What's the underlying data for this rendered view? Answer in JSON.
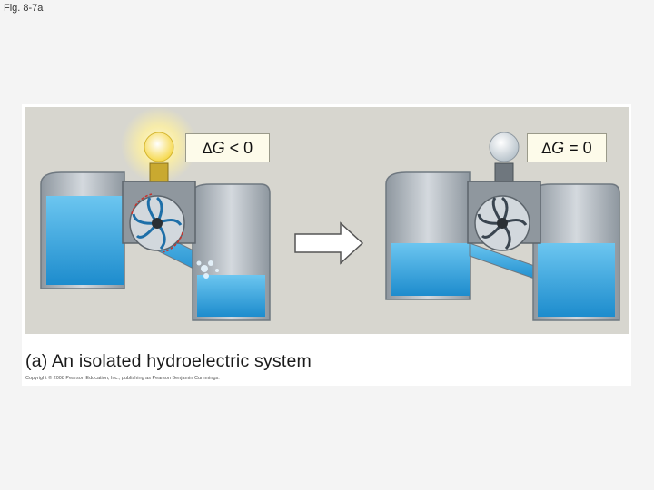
{
  "figure_label": "Fig. 8-7a",
  "left_state": {
    "delta_symbol": "∆",
    "variable": "G",
    "relation": " < 0"
  },
  "right_state": {
    "delta_symbol": "∆",
    "variable": "G",
    "relation": " = 0"
  },
  "caption": "(a) An isolated hydroelectric system",
  "copyright": "Copyright © 2008 Pearson Education, Inc., publishing as Pearson Benjamin Cummings.",
  "colors": {
    "background": "#d7d6cf",
    "water": "#3aa8e0",
    "water_dark": "#1f86c6",
    "tank": "#b9c0c7",
    "bulb_glow": "#fff3a0",
    "arrow": "#ffffff"
  }
}
